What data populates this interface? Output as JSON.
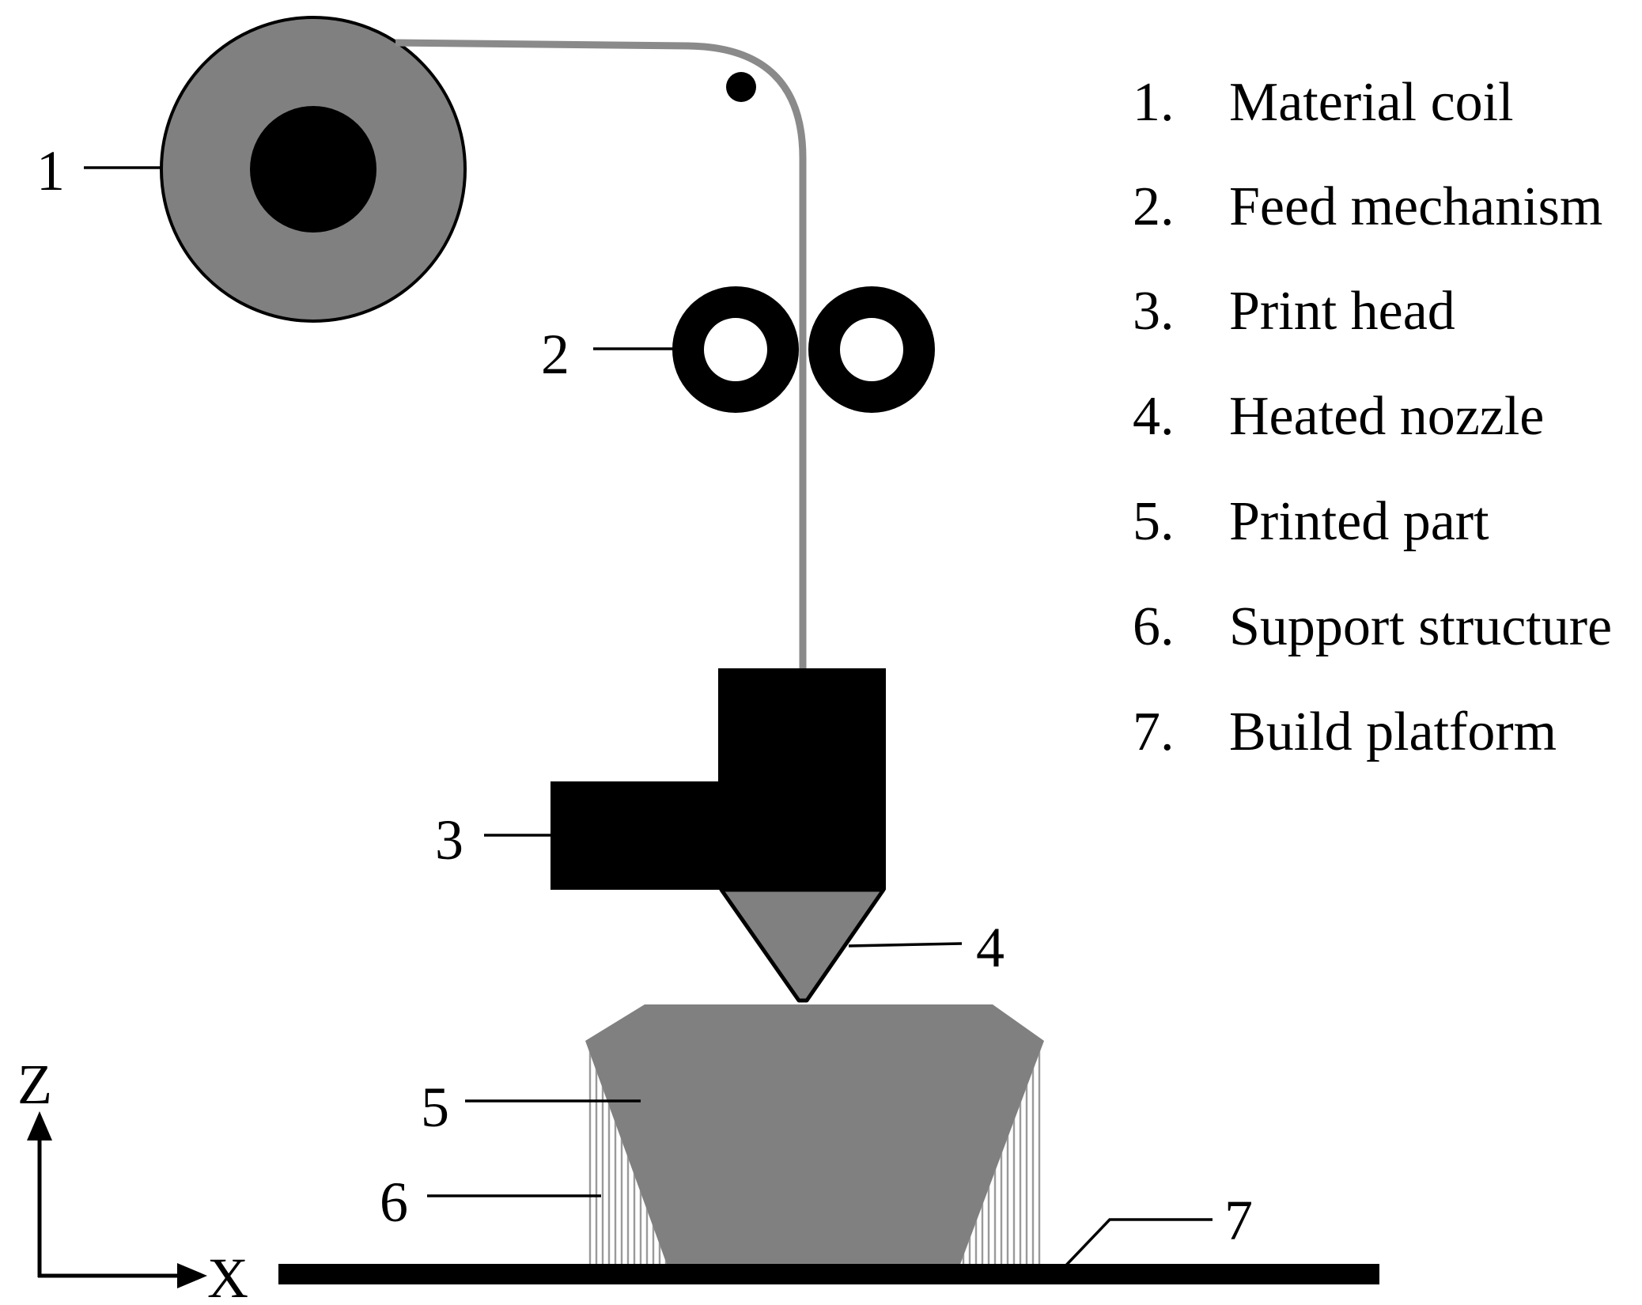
{
  "callouts": {
    "c1": "1",
    "c2": "2",
    "c3": "3",
    "c4": "4",
    "c5": "5",
    "c6": "6",
    "c7": "7"
  },
  "legend": [
    {
      "number": "1.",
      "text": "Material coil"
    },
    {
      "number": "2.",
      "text": "Feed mechanism"
    },
    {
      "number": "3.",
      "text": "Print head"
    },
    {
      "number": "4.",
      "text": "Heated nozzle"
    },
    {
      "number": "5.",
      "text": "Printed part"
    },
    {
      "number": "6.",
      "text": "Support structure"
    },
    {
      "number": "7.",
      "text": "Build platform"
    }
  ],
  "axes": {
    "z_label": "Z",
    "x_label": "X"
  },
  "colors": {
    "part_gray": "#808080",
    "filament_gray": "#8a8a8a",
    "black": "#000000",
    "support_line": "#9a9a9a"
  }
}
